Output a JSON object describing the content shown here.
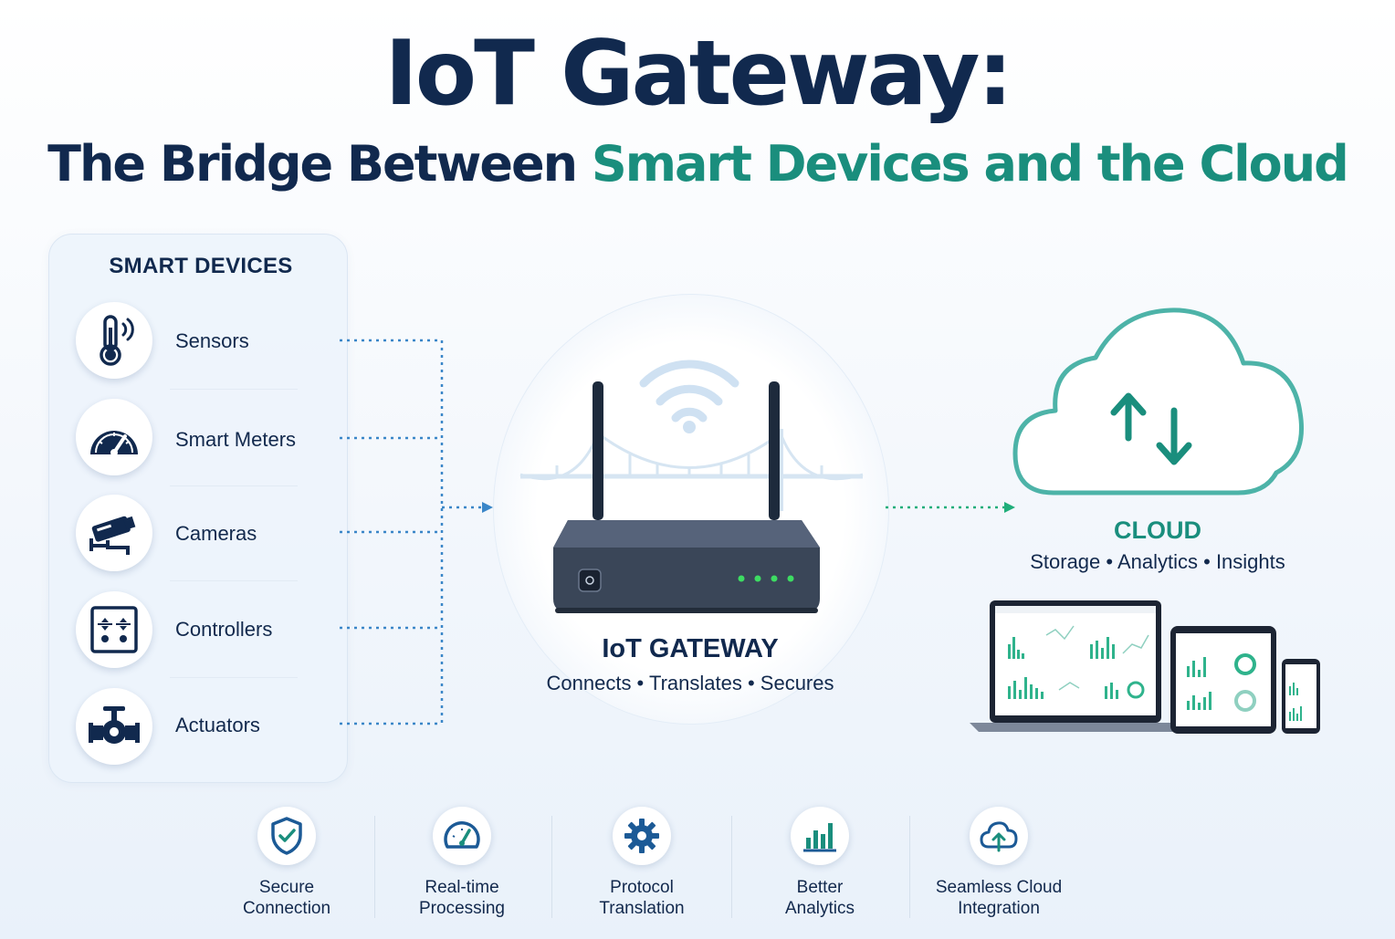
{
  "title": "IoT Gateway:",
  "subtitle_part1": "The Bridge Between",
  "subtitle_part2": "Smart Devices and the Cloud",
  "devices": {
    "title": "SMART DEVICES",
    "items": [
      {
        "label": "Sensors",
        "icon": "thermometer-icon"
      },
      {
        "label": "Smart Meters",
        "icon": "gauge-icon"
      },
      {
        "label": "Cameras",
        "icon": "camera-icon"
      },
      {
        "label": "Controllers",
        "icon": "controller-icon"
      },
      {
        "label": "Actuators",
        "icon": "valve-icon"
      }
    ]
  },
  "gateway": {
    "title": "IoT GATEWAY",
    "desc": "Connects • Translates • Secures"
  },
  "cloud": {
    "title": "CLOUD",
    "desc": "Storage • Analytics • Insights"
  },
  "features": [
    {
      "label": "Secure\nConnection",
      "icon": "shield-check-icon"
    },
    {
      "label": "Real-time\nProcessing",
      "icon": "speedometer-icon"
    },
    {
      "label": "Protocol\nTranslation",
      "icon": "gear-icon"
    },
    {
      "label": "Better\nAnalytics",
      "icon": "bar-chart-icon"
    },
    {
      "label": "Seamless Cloud\nIntegration",
      "icon": "cloud-upload-icon"
    }
  ],
  "colors": {
    "navy": "#11294e",
    "teal": "#1a8e7d",
    "blue_dots": "#3a86c8",
    "green_dots": "#1fae7a"
  }
}
